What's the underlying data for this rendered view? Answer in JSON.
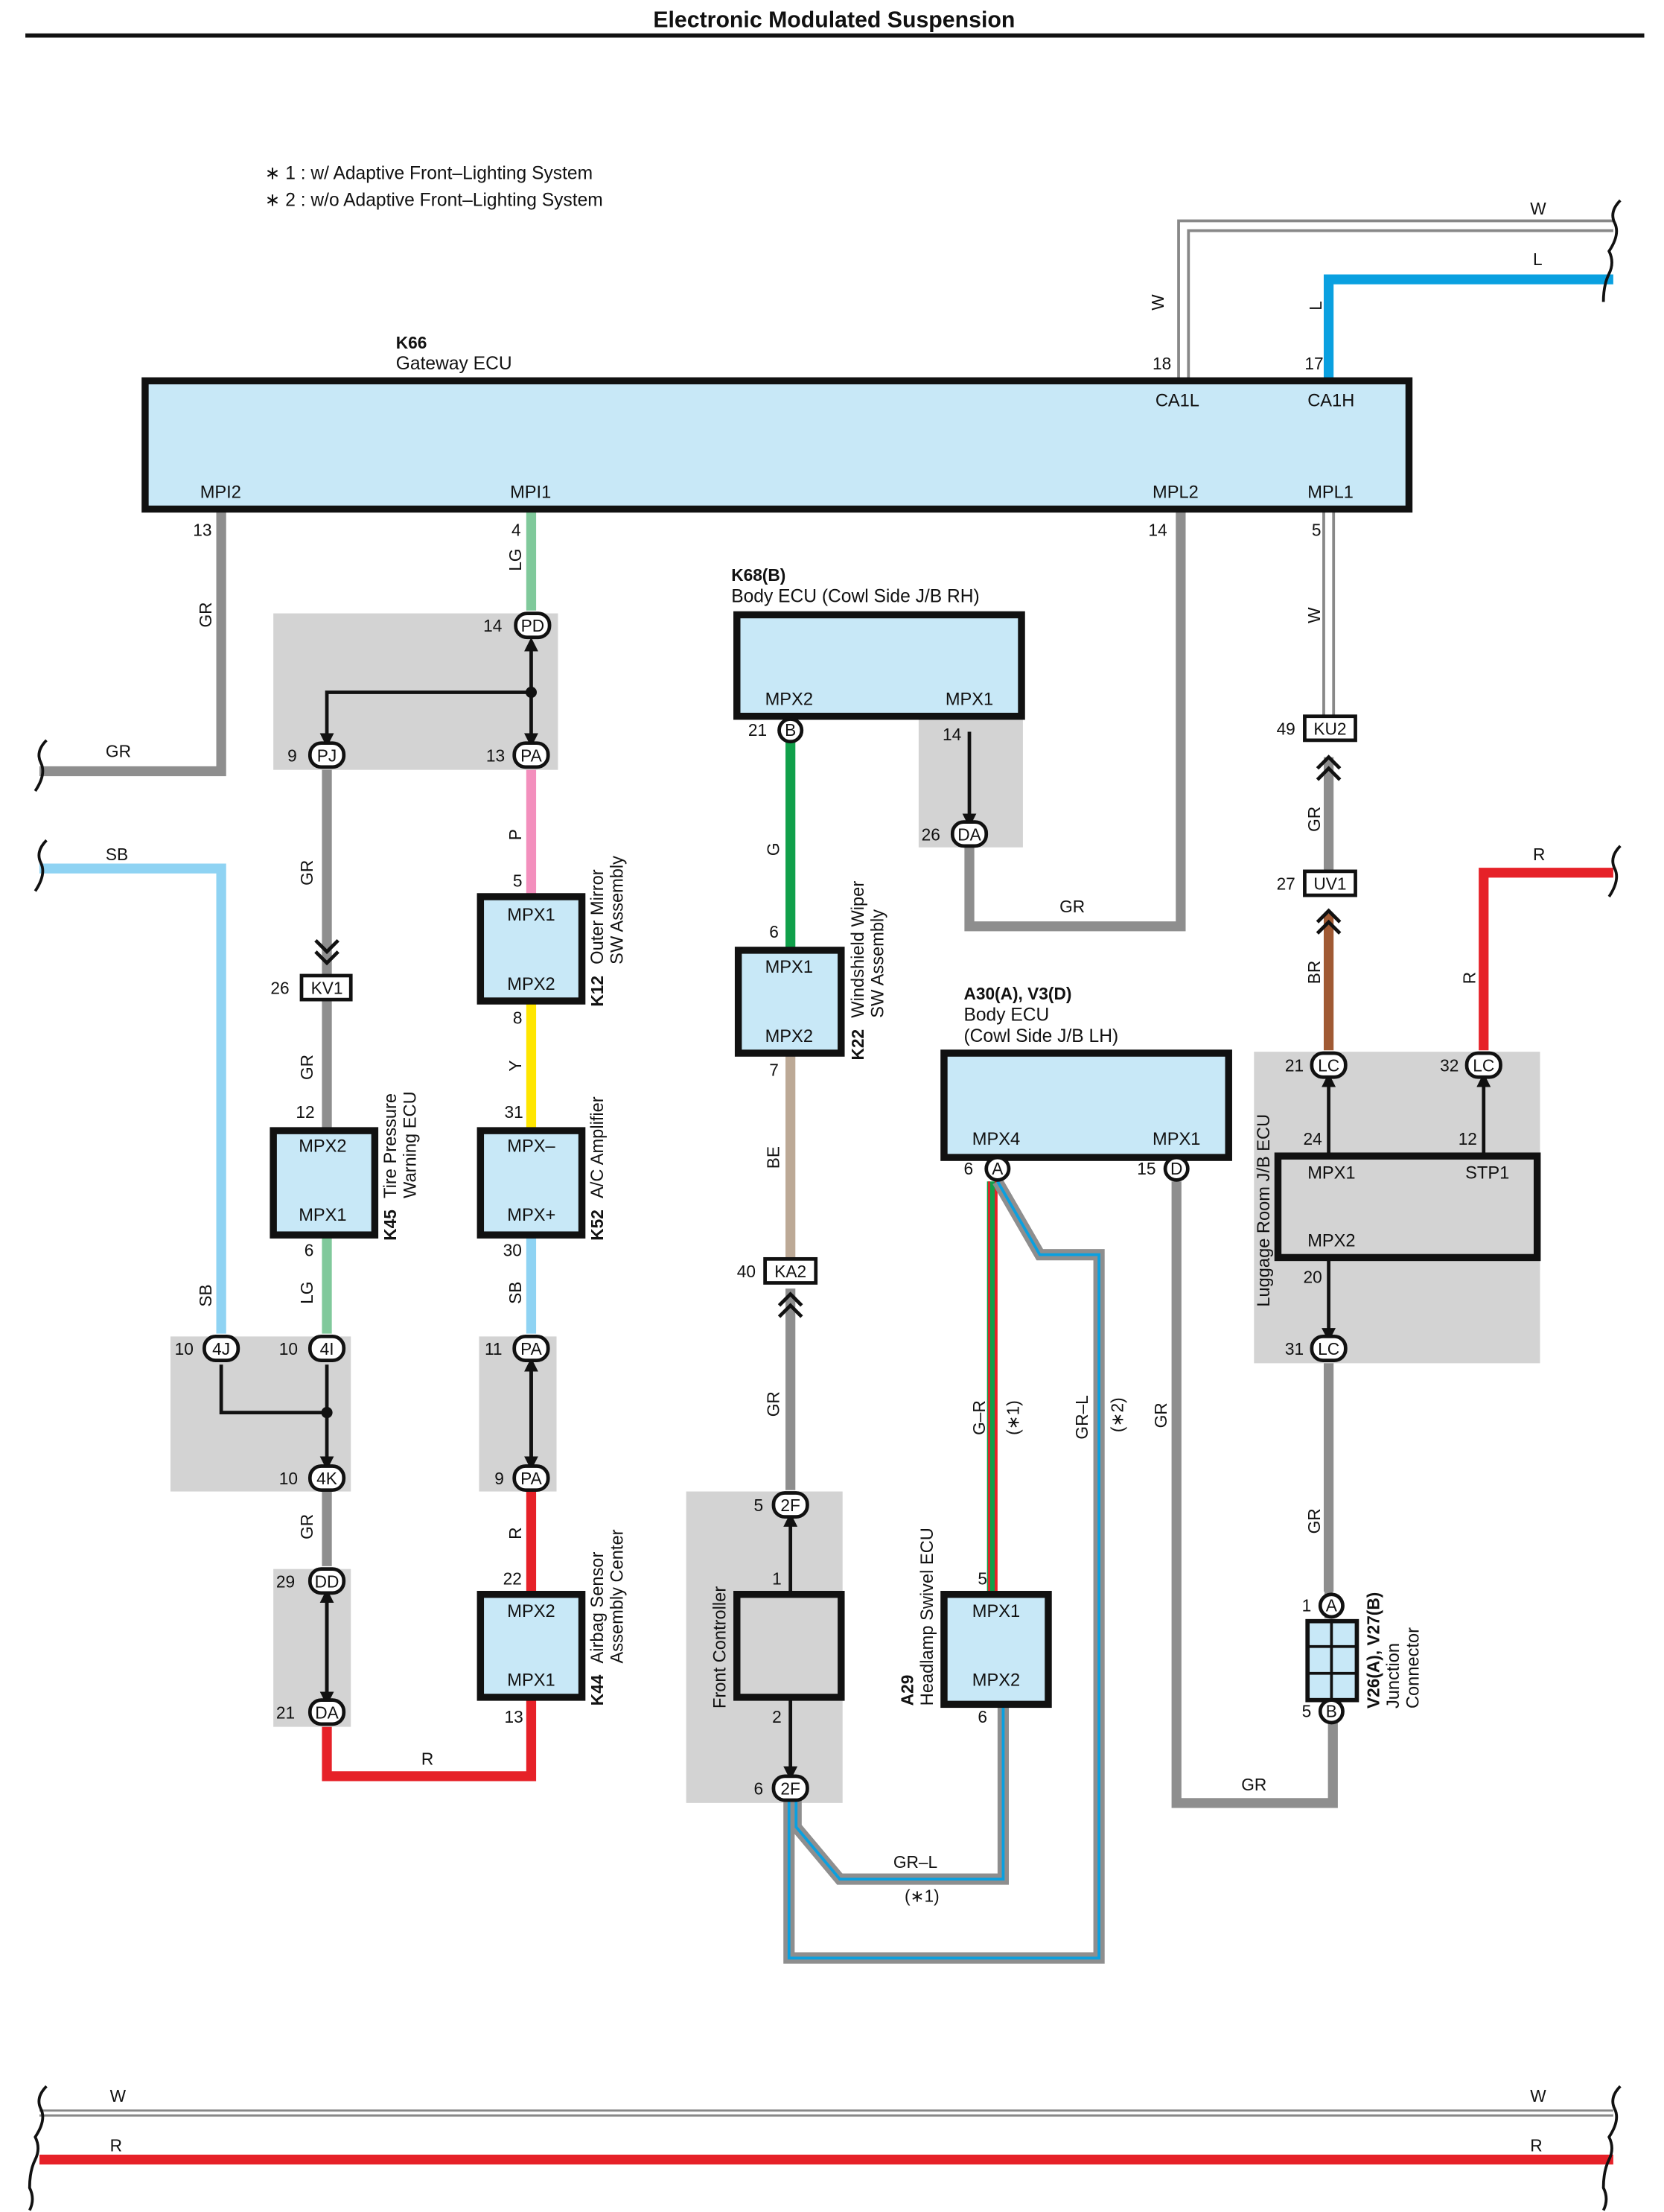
{
  "title": "Electronic Modulated Suspension",
  "notes": [
    "∗ 1 : w/ Adaptive Front–Lighting System",
    "∗ 2 : w/o Adaptive Front–Lighting System"
  ],
  "colors": {
    "GR": "#8e8e8e",
    "LG": "#80c99b",
    "P": "#f38fbd",
    "Y": "#ffe600",
    "SB": "#8fd3f3",
    "R": "#e62128",
    "G": "#10a04a",
    "BE": "#bca996",
    "BR": "#a05a34",
    "L": "#0aa0e0",
    "W": "#ffffff",
    "box": "#c8e8f7",
    "grey": "#d3d3d3"
  },
  "components": {
    "k66": {
      "code": "K66",
      "name": "Gateway ECU",
      "pins": {
        "ca1l": "CA1L",
        "ca1h": "CA1H",
        "mpi2": "MPI2",
        "mpi1": "MPI1",
        "mpl2": "MPL2",
        "mpl1": "MPL1"
      }
    },
    "k68": {
      "code": "K68(B)",
      "name": "Body ECU (Cowl Side J/B RH)",
      "pins": {
        "mpx2": "MPX2",
        "mpx1": "MPX1"
      }
    },
    "k12": {
      "code": "K12",
      "name1": "Outer Mirror",
      "name2": "SW Assembly",
      "pins": {
        "mpx1": "MPX1",
        "mpx2": "MPX2"
      }
    },
    "k22": {
      "code": "K22",
      "name1": "Windshield Wiper",
      "name2": "SW Assembly",
      "pins": {
        "mpx1": "MPX1",
        "mpx2": "MPX2"
      }
    },
    "a30": {
      "code": "A30(A), V3(D)",
      "name1": "Body ECU",
      "name2": "(Cowl Side J/B LH)",
      "pins": {
        "mpx4": "MPX4",
        "mpx1": "MPX1"
      }
    },
    "k45": {
      "code": "K45",
      "name1": "Tire Pressure",
      "name2": "Warning ECU",
      "pins": {
        "mpx2": "MPX2",
        "mpx1": "MPX1"
      }
    },
    "k52": {
      "code": "K52",
      "name": "A/C Amplifier",
      "pins": {
        "mpxm": "MPX–",
        "mpxp": "MPX+"
      }
    },
    "k44": {
      "code": "K44",
      "name1": "Airbag Sensor",
      "name2": "Assembly Center",
      "pins": {
        "mpx2": "MPX2",
        "mpx1": "MPX1"
      }
    },
    "front": {
      "name": "Front Controller"
    },
    "a29": {
      "code": "A29",
      "name": "Headlamp Swivel ECU",
      "pins": {
        "mpx1": "MPX1",
        "mpx2": "MPX2"
      }
    },
    "luggage": {
      "name": "Luggage Room J/B ECU",
      "pins": {
        "mpx1": "MPX1",
        "stp1": "STP1",
        "mpx2": "MPX2"
      }
    },
    "v26": {
      "code": "V26(A), V27(B)",
      "name1": "Junction",
      "name2": "Connector"
    }
  },
  "connectors": {
    "PD": "PD",
    "PJ": "PJ",
    "PA": "PA",
    "KV1": "KV1",
    "B": "B",
    "DA": "DA",
    "KU2": "KU2",
    "UV1": "UV1",
    "LC": "LC",
    "A": "A",
    "D": "D",
    "KA2": "KA2",
    "4J": "4J",
    "4I": "4I",
    "4K": "4K",
    "DD": "DD",
    "2F": "2F"
  },
  "pins": {
    "p18": "18",
    "p17": "17",
    "p13": "13",
    "p4": "4",
    "p14": "14",
    "p5": "5",
    "p9": "9",
    "p21": "21",
    "p49": "49",
    "p26": "26",
    "p27": "27",
    "p6": "6",
    "p8": "8",
    "p7": "7",
    "p31": "31",
    "p12": "12",
    "p24": "24",
    "p32": "32",
    "p15": "15",
    "p30": "30",
    "p40": "40",
    "p10": "10",
    "p11": "11",
    "p20": "20",
    "p29": "29",
    "p22": "22",
    "p1": "1",
    "p2": "2"
  },
  "wires": {
    "W": "W",
    "L": "L",
    "GR": "GR",
    "SB": "SB",
    "LG": "LG",
    "P": "P",
    "Y": "Y",
    "R": "R",
    "G": "G",
    "BE": "BE",
    "BR": "BR",
    "GR_R": "G–R",
    "GR_L": "GR–L",
    "star1": "(∗1)",
    "star2": "(∗2)"
  }
}
